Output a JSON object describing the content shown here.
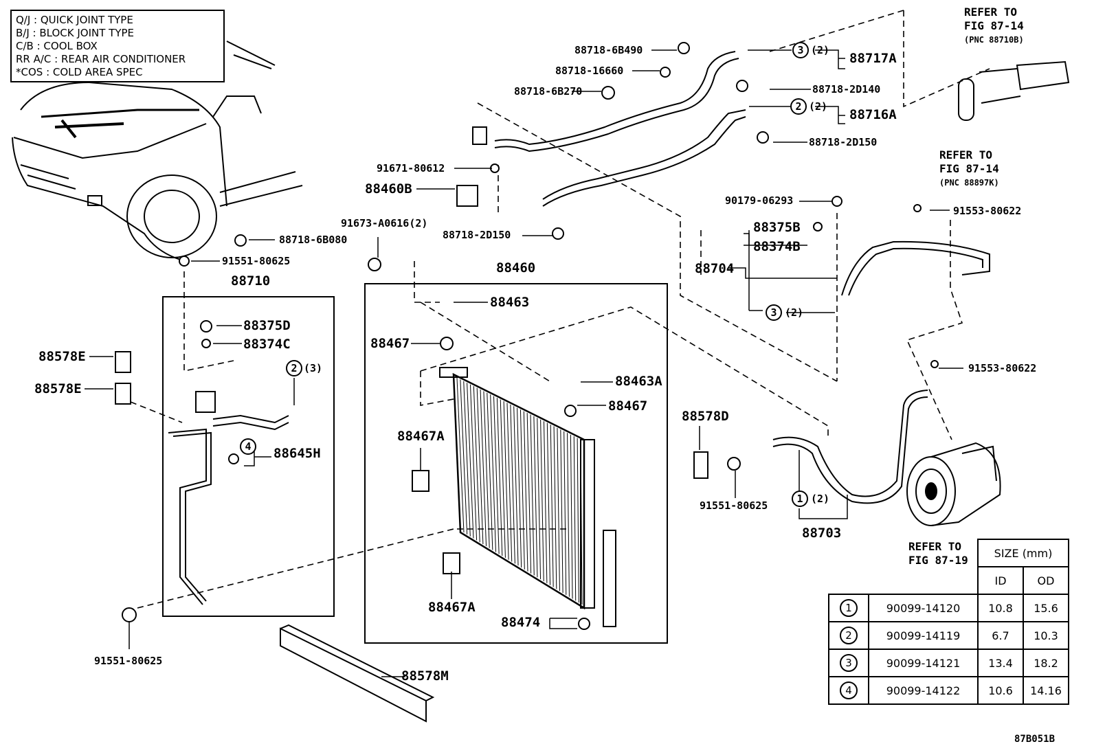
{
  "legend": [
    "Q/J  :  QUICK JOINT TYPE",
    "B/J  :  BLOCK JOINT TYPE",
    "C/B  :  COOL BOX",
    "RR A/C  :  REAR AIR CONDITIONER",
    "*COS  :  COLD AREA SPEC"
  ],
  "parts": {
    "p88718_6B490": "88718-6B490",
    "p88718_16660": "88718-16660",
    "p88718_6B270": "88718-6B270",
    "p88717A": "88717A",
    "p88718_2D140": "88718-2D140",
    "p88716A": "88716A",
    "p88718_2D150a": "88718-2D150",
    "p91671": "91671-80612",
    "p88460B": "88460B",
    "p88718_2D150b": "88718-2D150",
    "p88718_6B080": "88718-6B080",
    "p91551a": "91551-80625",
    "p88710": "88710",
    "p88375D": "88375D",
    "p88374C": "88374C",
    "p88578Ea": "88578E",
    "p88578Eb": "88578E",
    "p88645H": "88645H",
    "p91551b": "91551-80625",
    "p91673": "91673-A0616(2)",
    "p88460": "88460",
    "p88463": "88463",
    "p88467a": "88467",
    "p88463A": "88463A",
    "p88467b": "88467",
    "p88467Aa": "88467A",
    "p88467Ab": "88467A",
    "p88474": "88474",
    "p88578M": "88578M",
    "p90179": "90179-06293",
    "p91553a": "91553-80622",
    "p88375B": "88375B",
    "p88374B": "88374B",
    "p88704": "88704",
    "p91553b": "91553-80622",
    "p88578D": "88578D",
    "p91551c": "91551-80625",
    "p88703": "88703"
  },
  "callouts": {
    "c3_2_top": "(2)",
    "c2_2_top": "(2)",
    "c2_3": "(3)",
    "c3_2_right": "(2)",
    "c1_2": "(2)"
  },
  "refs": {
    "r1_line1": "REFER TO",
    "r1_line2": "FIG 87-14",
    "r1_line3": "(PNC 88710B)",
    "r2_line1": "REFER TO",
    "r2_line2": "FIG 87-14",
    "r2_line3": "(PNC 88897K)",
    "r3_line1": "REFER TO",
    "r3_line2": "FIG 87-19"
  },
  "size_table": {
    "header": "SIZE (mm)",
    "col_id": "ID",
    "col_od": "OD",
    "rows": [
      {
        "mark": "1",
        "part": "90099-14120",
        "id": "10.8",
        "od": "15.6"
      },
      {
        "mark": "2",
        "part": "90099-14119",
        "id": "6.7",
        "od": "10.3"
      },
      {
        "mark": "3",
        "part": "90099-14121",
        "id": "13.4",
        "od": "18.2"
      },
      {
        "mark": "4",
        "part": "90099-14122",
        "id": "10.6",
        "od": "14.16"
      }
    ]
  },
  "figure_code": "87B051B"
}
